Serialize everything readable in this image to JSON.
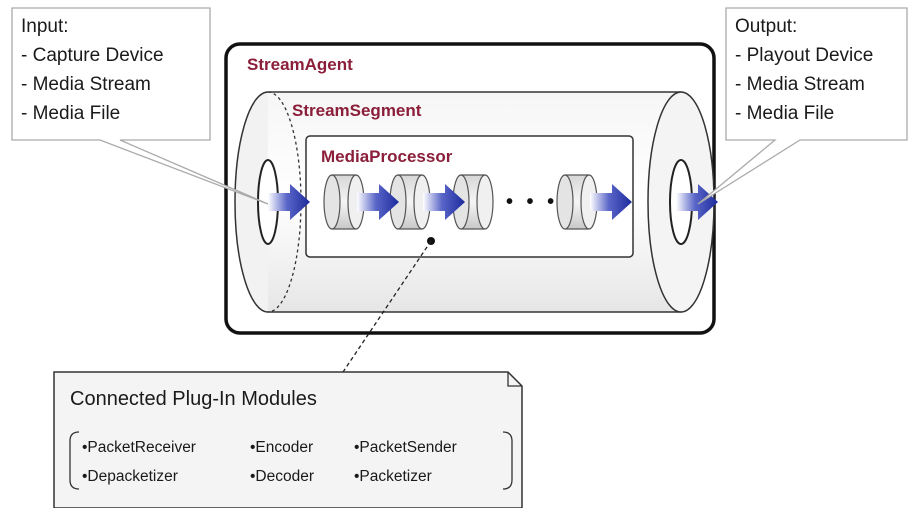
{
  "input_callout": {
    "title": "Input:",
    "items": [
      "- Capture Device",
      "- Media Stream",
      "- Media File"
    ]
  },
  "output_callout": {
    "title": "Output:",
    "items": [
      "- Playout Device",
      "- Media Stream",
      "- Media File"
    ]
  },
  "stream_agent": {
    "label": "StreamAgent"
  },
  "stream_segment": {
    "label": "StreamSegment"
  },
  "media_processor": {
    "label": "MediaProcessor",
    "ellipsis": "• • •"
  },
  "plugin_note": {
    "title": "Connected Plug-In Modules",
    "items": [
      "•PacketReceiver",
      "•Encoder",
      "•PacketSender",
      "•Depacketizer",
      "•Decoder",
      "•Packetizer"
    ]
  },
  "colors": {
    "title_red": "#8b1f3a",
    "arrow_blue": "#1c2a9c",
    "border": "#111111"
  }
}
